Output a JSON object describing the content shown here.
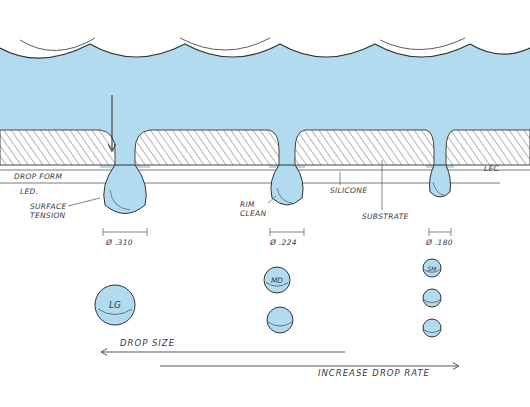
{
  "diagram": {
    "nodes": [
      {
        "text": [
          "LG"
        ]
      },
      {
        "text": [
          "MD"
        ]
      },
      {
        "text": [
          "SM"
        ]
      }
    ],
    "labels": [
      "DROP FORM",
      "LED.",
      "SURFACE TENSION",
      "Ø .310",
      "RIM CLEAN",
      "Ø .224",
      "SILICONE",
      "SUBSTRATE",
      "Ø .180",
      "LEC",
      "DROP SIZE",
      "INCREASE DROP RATE"
    ]
  }
}
